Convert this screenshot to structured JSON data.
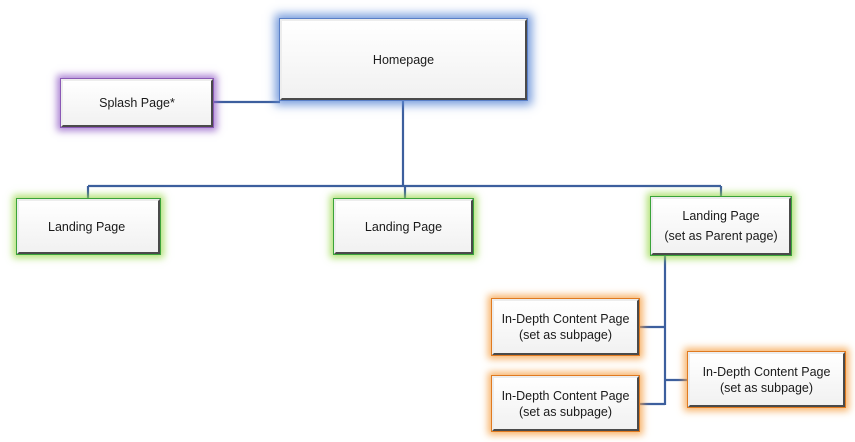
{
  "nodes": {
    "homepage": {
      "label": "Homepage"
    },
    "splash": {
      "label": "Splash Page*"
    },
    "landing_1": {
      "label": "Landing Page"
    },
    "landing_2": {
      "label": "Landing Page"
    },
    "landing_parent": {
      "line1": "Landing Page",
      "line2": "(set as Parent page)"
    },
    "subpage_1": {
      "line1": "In-Depth Content Page",
      "line2": "(set as subpage)"
    },
    "subpage_2": {
      "line1": "In-Depth Content Page",
      "line2": "(set as subpage)"
    },
    "subpage_3": {
      "line1": "In-Depth Content Page",
      "line2": "(set as subpage)"
    }
  },
  "colors": {
    "connector": "#3d5f9e",
    "homepage_glow": "#5a7fc7",
    "splash_glow": "#8a59b5",
    "landing_glow": "#3aa33a",
    "subpage_glow": "#e07a20"
  }
}
